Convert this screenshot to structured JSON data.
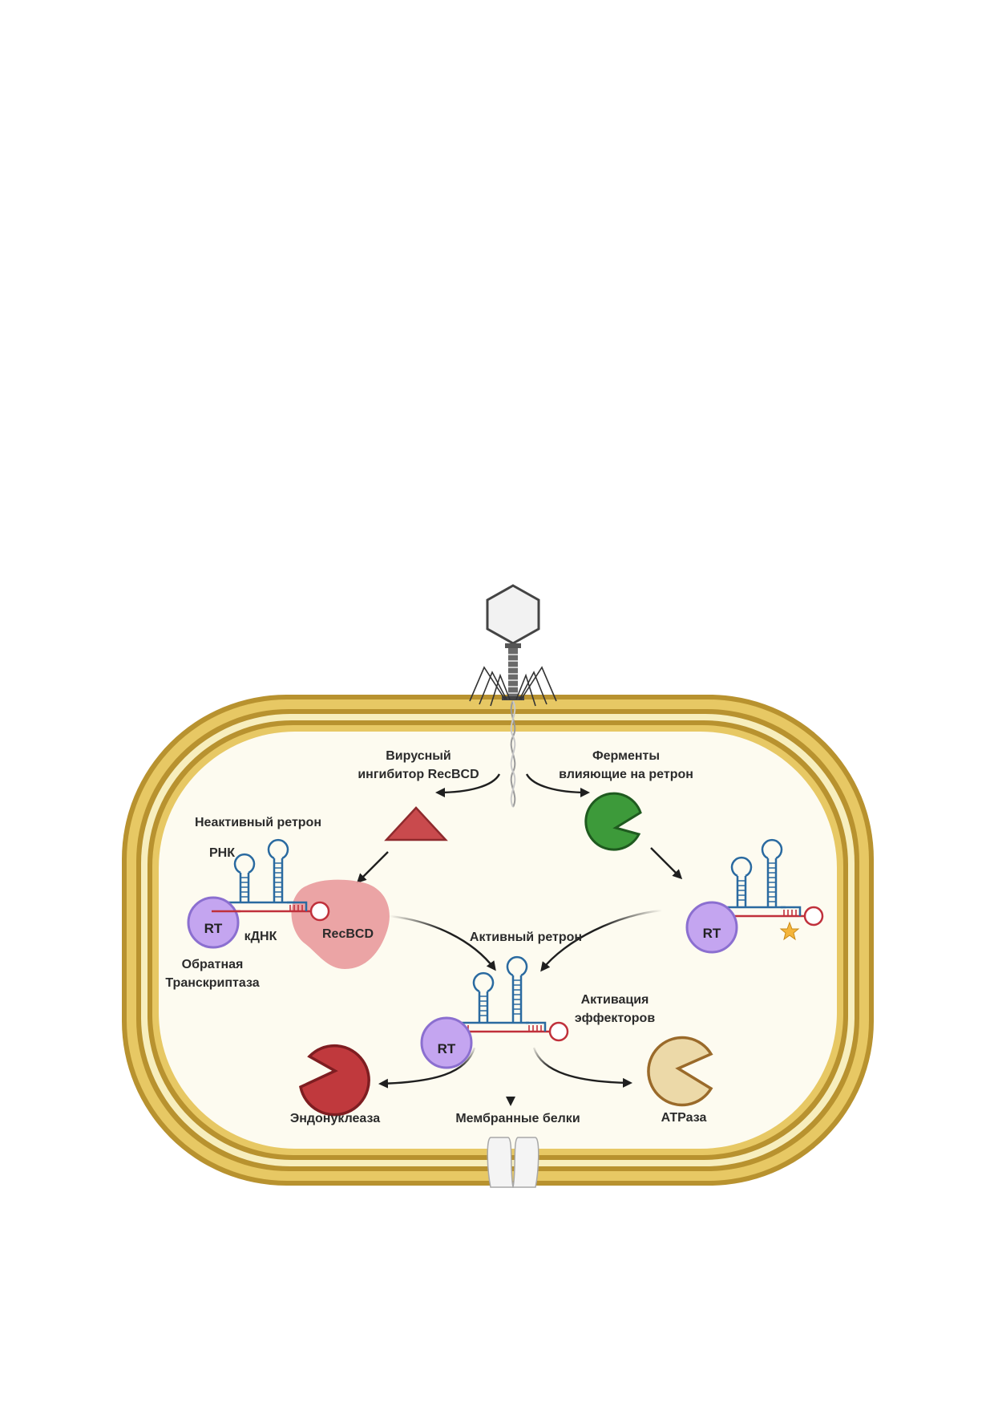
{
  "labels": {
    "viral_inhibitor": [
      "Вирусный",
      "ингибитор RecBCD"
    ],
    "enzymes": [
      "Ферменты",
      "влияющие на ретрон"
    ],
    "inactive_retron": "Неактивный ретрон",
    "rna": "РНК",
    "cdna": "кДНК",
    "reverse_transcriptase": [
      "Обратная",
      "Транскриптаза"
    ],
    "recbcd": "RecBCD",
    "active_retron": "Активный ретрон",
    "effector_activation": [
      "Активация",
      "эффекторов"
    ],
    "endonuclease": "Эндонуклеаза",
    "membrane_proteins": "Мембранные белки",
    "atpase": "АТРаза",
    "rt": "RT"
  },
  "colors": {
    "cell_wall": "#c9a43a",
    "cytoplasm": "#fdfbf0",
    "rt_protein": "#c4a5f0",
    "recbcd": "#e99a9c",
    "inhibitor": "#c94a4d",
    "enzyme": "#3d9a3a",
    "endonuclease": "#c0393d",
    "atpase": "#ecd9a8",
    "rna": "#2a6aa0",
    "cdna": "#c0303b",
    "star": "#f4b53b"
  }
}
